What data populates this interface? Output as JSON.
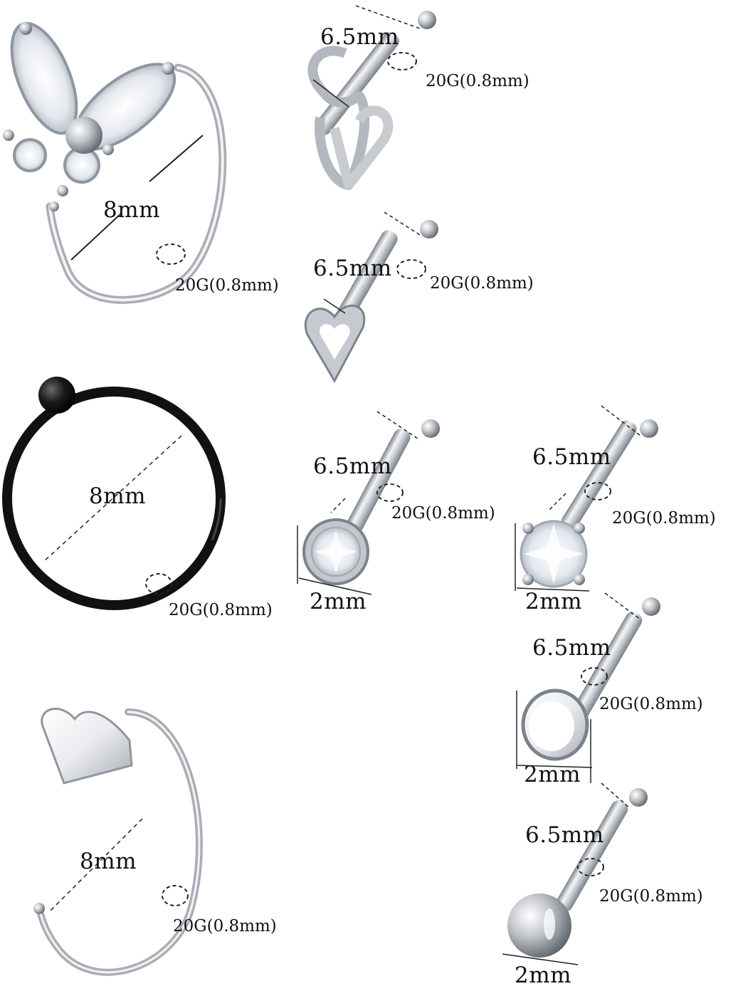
{
  "colors": {
    "background": "#ffffff",
    "silver_dark": "#8a8f96",
    "silver_light": "#eef0f3",
    "black_ring": "#111111",
    "dim_line": "#222222"
  },
  "items": [
    {
      "name": "butterfly-cz-nose-hoop",
      "diameter": "8mm",
      "gauge": "20G(0.8mm)"
    },
    {
      "name": "knot-heart-nose-stud",
      "length": "6.5mm",
      "gauge": "20G(0.8mm)"
    },
    {
      "name": "hollow-heart-nose-stud",
      "length": "6.5mm",
      "gauge": "20G(0.8mm)"
    },
    {
      "name": "black-captive-bead-ring",
      "diameter": "8mm",
      "gauge": "20G(0.8mm)"
    },
    {
      "name": "bezel-cz-nose-stud",
      "length": "6.5mm",
      "gauge": "20G(0.8mm)",
      "head": "2mm"
    },
    {
      "name": "prong-cz-nose-stud",
      "length": "6.5mm",
      "gauge": "20G(0.8mm)",
      "head": "2mm"
    },
    {
      "name": "heart-top-nose-hoop",
      "diameter": "8mm",
      "gauge": "20G(0.8mm)"
    },
    {
      "name": "flat-disc-nose-stud",
      "length": "6.5mm",
      "gauge": "20G(0.8mm)",
      "head": "2mm"
    },
    {
      "name": "ball-nose-stud",
      "length": "6.5mm",
      "gauge": "20G(0.8mm)",
      "head": "2mm"
    }
  ]
}
